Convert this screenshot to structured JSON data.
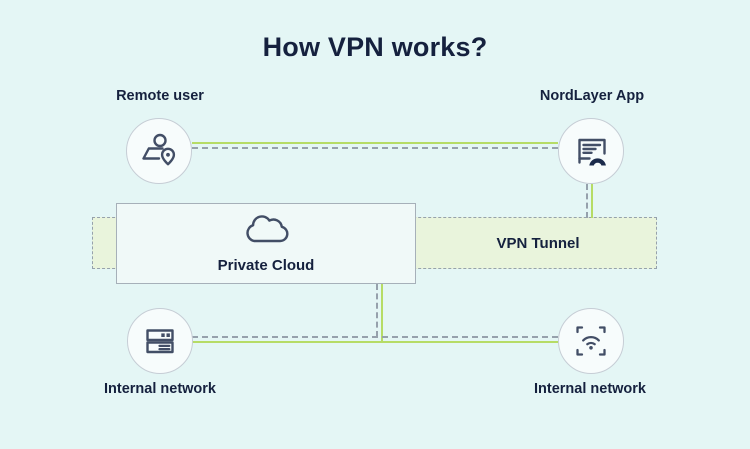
{
  "title": "How VPN works?",
  "nodes": {
    "remote_user": {
      "label": "Remote user",
      "icon": "user-location-icon"
    },
    "nordlayer_app": {
      "label": "NordLayer App",
      "icon": "app-document-icon"
    },
    "private_cloud": {
      "label": "Private Cloud",
      "icon": "cloud-icon"
    },
    "vpn_tunnel": {
      "label": "VPN Tunnel"
    },
    "internal_network_left": {
      "label": "Internal network",
      "icon": "server-icon"
    },
    "internal_network_right": {
      "label": "Internal network",
      "icon": "wifi-scan-icon"
    }
  },
  "colors": {
    "background": "#e4f6f5",
    "accent_green": "#b6dc66",
    "tunnel_fill": "#e9f4dc",
    "dash_gray": "#96a1ac",
    "text_navy": "#15213e",
    "icon_stroke": "#424e66",
    "logo_navy": "#1b2b4b"
  }
}
